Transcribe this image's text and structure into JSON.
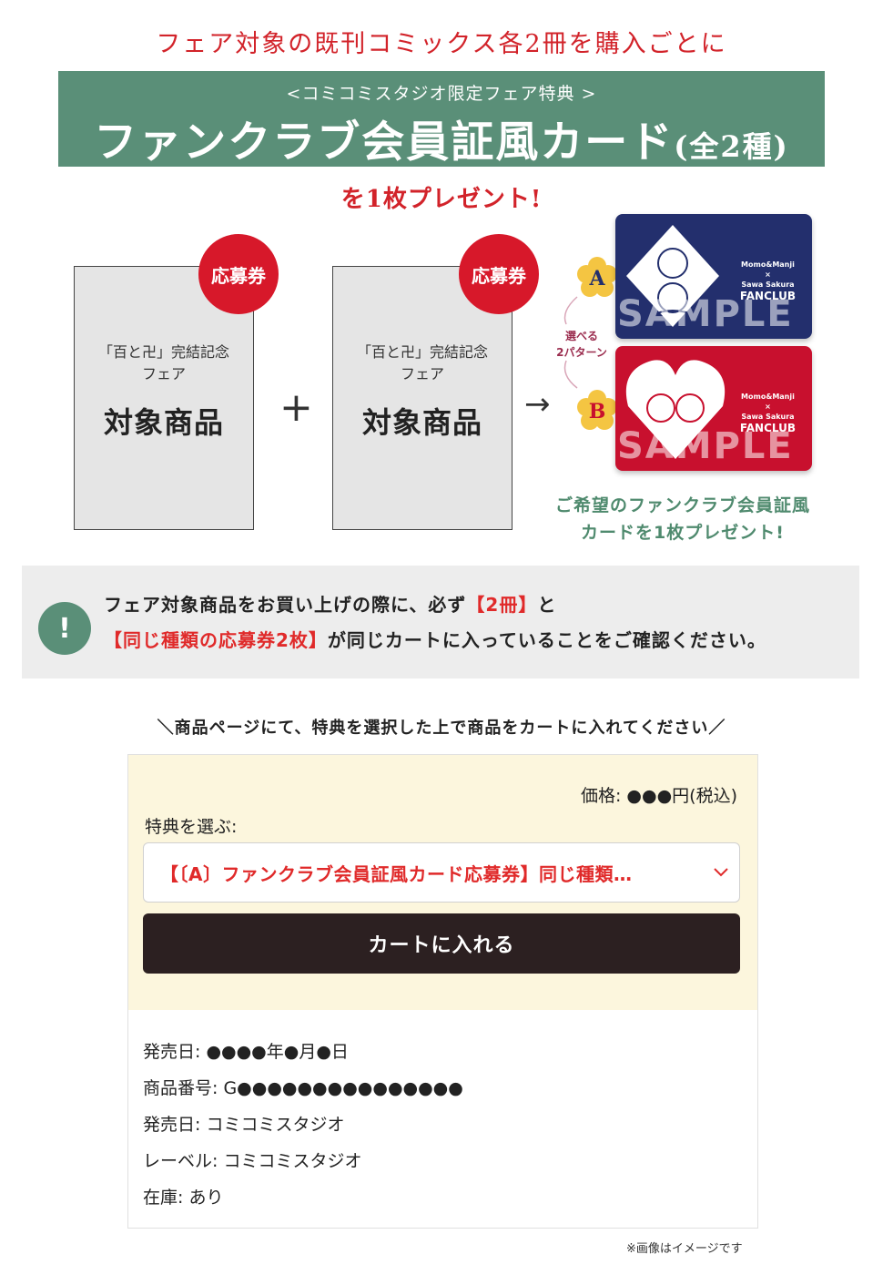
{
  "header": {
    "headline": "フェア対象の既刊コミックス各2冊を購入ごとに",
    "banner_sub": "<コミコミスタジオ限定フェア特典 >",
    "banner_title": "ファンクラブ会員証風カード",
    "banner_title_suffix": "(全2種)",
    "present": "を1枚プレゼント!"
  },
  "products": [
    {
      "badge": "応募券",
      "caption_line1": "「百と卍」完結記念",
      "caption_line2": "フェア",
      "title": "対象商品"
    },
    {
      "badge": "応募券",
      "caption_line1": "「百と卍」完結記念",
      "caption_line2": "フェア",
      "title": "対象商品"
    }
  ],
  "operators": {
    "plus": "+",
    "arrow": "→"
  },
  "cards": {
    "a": {
      "label": "A",
      "line1": "Momo&Manji",
      "line2": "×",
      "line3": "Sawa Sakura",
      "club": "FANCLUB",
      "watermark": "SAMPLE"
    },
    "b": {
      "label": "B",
      "line1": "Momo&Manji",
      "line2": "×",
      "line3": "Sawa Sakura",
      "club": "FANCLUB",
      "watermark": "SAMPLE"
    },
    "choose_line1": "選べる",
    "choose_line2": "2パターン",
    "caption_line1": "ご希望のファンクラブ会員証風",
    "caption_line2": "カードを1枚プレゼント!"
  },
  "notice": {
    "icon": "!",
    "line1_a": "フェア対象商品をお買い上げの際に、必ず",
    "line1_b": "【2冊】",
    "line1_c": "と",
    "line2_a": "【同じ種類の応募券2枚】",
    "line2_b": "が同じカートに入っていることをご確認ください。"
  },
  "instruction": "＼商品ページにて、特典を選択した上で商品をカートに入れてください／",
  "panel": {
    "price": "価格: ●●●円(税込)",
    "choose_label": "特典を選ぶ:",
    "select_value": "【〔A〕ファンクラブ会員証風カード応募券】同じ種類…",
    "cart_button": "カートに入れる",
    "details": [
      "発売日: ●●●●年●月●日",
      "商品番号: G●●●●●●●●●●●●●●●",
      "発売日: コミコミスタジオ",
      "レーベル: コミコミスタジオ",
      "在庫: あり"
    ]
  },
  "footnote": "※画像はイメージです",
  "colors": {
    "red": "#d2232a",
    "green": "#5a8f78",
    "card_a": "#232f6d",
    "card_b": "#c8102e",
    "panel_bg": "#fcf6dd",
    "button": "#2c2021"
  }
}
